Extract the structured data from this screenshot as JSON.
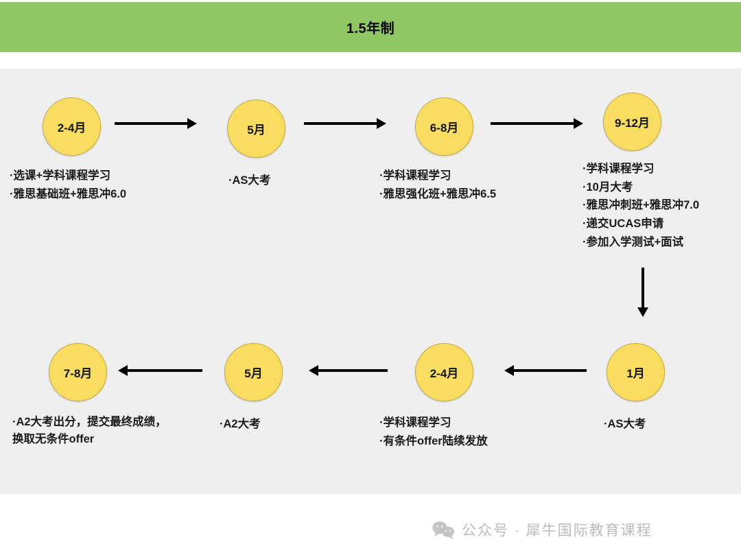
{
  "header": {
    "title": "1.5年制",
    "background_color": "#8fc765"
  },
  "panel": {
    "background_color": "#efefef"
  },
  "style": {
    "circle_fill": "#f9dd61",
    "circle_border": "#c8ad3e",
    "arrow_color": "#000000",
    "text_color": "#1a1a1a",
    "watermark_color": "#bbbbbb"
  },
  "steps": [
    {
      "id": "step-1",
      "label": "2-4月",
      "bullets": [
        "·选课+学科课程学习",
        "·雅思基础班+雅思冲6.0"
      ]
    },
    {
      "id": "step-2",
      "label": "5月",
      "bullets": [
        "·AS大考"
      ]
    },
    {
      "id": "step-3",
      "label": "6-8月",
      "bullets": [
        "·学科课程学习",
        "·雅思强化班+雅思冲6.5"
      ]
    },
    {
      "id": "step-4",
      "label": "9-12月",
      "bullets": [
        "·学科课程学习",
        "·10月大考",
        "·雅思冲刺班+雅思冲7.0",
        "·递交UCAS申请",
        "·参加入学测试+面试"
      ]
    },
    {
      "id": "step-5",
      "label": "1月",
      "bullets": [
        "·AS大考"
      ]
    },
    {
      "id": "step-6",
      "label": "2-4月",
      "bullets": [
        "·学科课程学习",
        "·有条件offer陆续发放"
      ]
    },
    {
      "id": "step-7",
      "label": "5月",
      "bullets": [
        "·A2大考"
      ]
    },
    {
      "id": "step-8",
      "label": "7-8月",
      "bullets": [
        "·A2大考出分，提交最终成绩，换取无条件offer"
      ]
    }
  ],
  "arrows": [
    {
      "id": "arrow-1-2",
      "direction": "right"
    },
    {
      "id": "arrow-2-3",
      "direction": "right"
    },
    {
      "id": "arrow-3-4",
      "direction": "right"
    },
    {
      "id": "arrow-4-5",
      "direction": "down"
    },
    {
      "id": "arrow-5-6",
      "direction": "left"
    },
    {
      "id": "arrow-6-7",
      "direction": "left"
    },
    {
      "id": "arrow-7-8",
      "direction": "left"
    }
  ],
  "watermark": {
    "icon": "wechat-icon",
    "text": "公众号 · 犀牛国际教育课程"
  }
}
